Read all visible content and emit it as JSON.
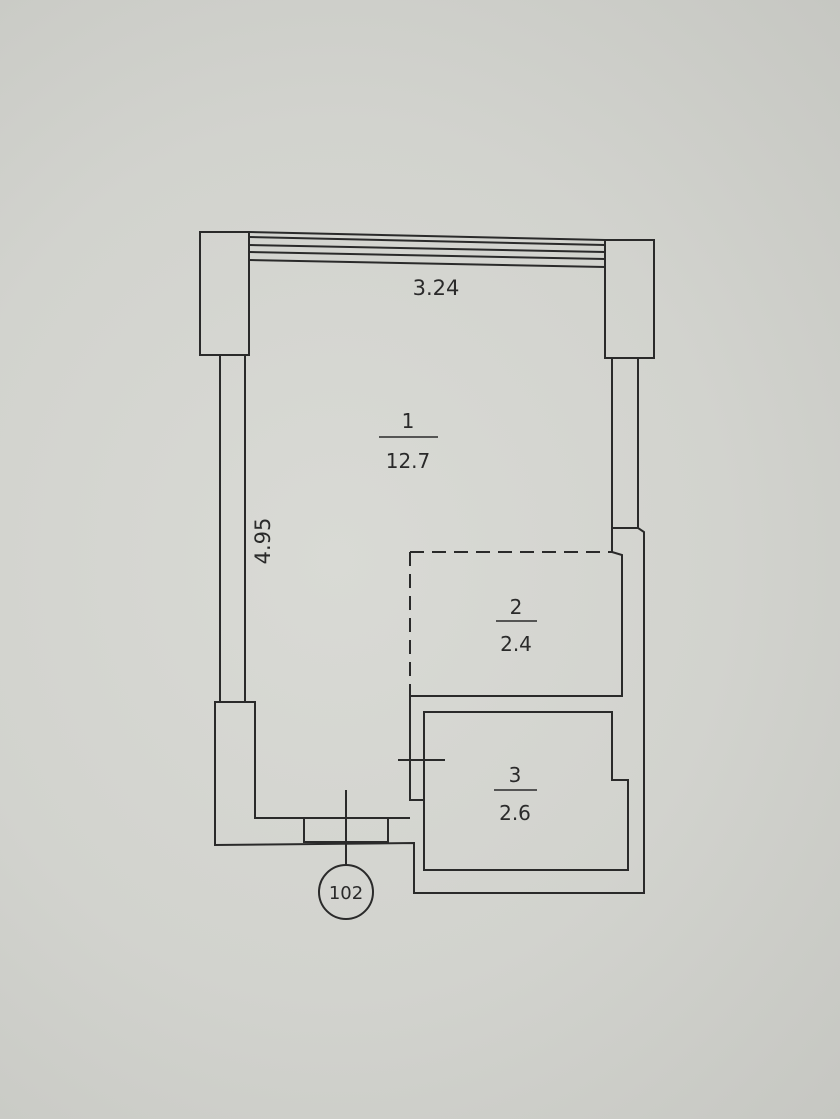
{
  "plan": {
    "rooms": [
      {
        "number": "1",
        "area": "12.7"
      },
      {
        "number": "2",
        "area": "2.4"
      },
      {
        "number": "3",
        "area": "2.6"
      }
    ],
    "dimensions": {
      "width": "3.24",
      "length": "4.95"
    },
    "unit_tag": "102"
  },
  "colors": {
    "paper": "#d4d5d0",
    "ink": "#2a2a2a"
  }
}
